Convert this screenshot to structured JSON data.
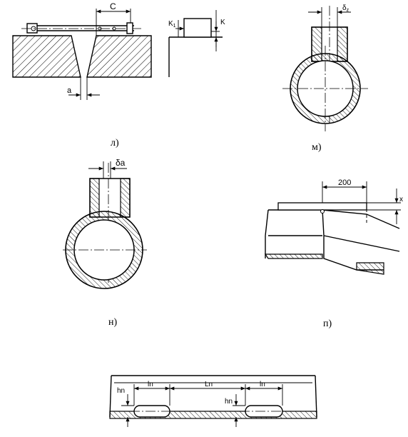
{
  "fig_l": {
    "caption": "л)",
    "dim_c": "C",
    "dim_a": "a",
    "dim_k1": "K",
    "dim_k1_sub": "1",
    "dim_k": "K"
  },
  "fig_m": {
    "caption": "м)",
    "dim": "δ",
    "dim_sub": "z"
  },
  "fig_n": {
    "caption": "н)",
    "dim": "δa"
  },
  "fig_p": {
    "caption": "п)",
    "dim_200": "200",
    "dim_x": "x"
  },
  "fig_bottom": {
    "h_left": "hn",
    "h_mid": "hn",
    "l_left": "ln",
    "l_mid": "Ln",
    "l_right": "ln"
  }
}
